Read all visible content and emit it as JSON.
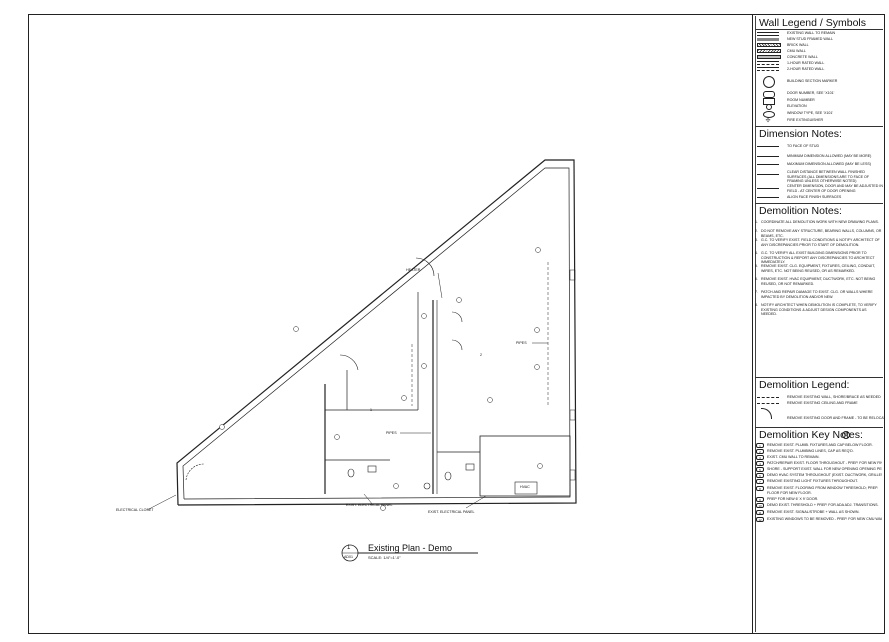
{
  "plan": {
    "title": "Existing Plan - Demo",
    "scale": "SCALE: 1/4\"=1'-0\"",
    "tag_number": "1",
    "tag_sheet": "AD01",
    "labels": {
      "heater": "HEATER",
      "pipes_left": "PIPES",
      "pipes_right": "PIPES",
      "electrical_closet": "ELECTRICAL CLOSET",
      "exist_panel_1": "EXIST. ELECTRICAL PANEL",
      "exist_panel_2": "EXIST. ELECTRICAL PANEL",
      "hvac": "HVAC",
      "room_tag_1": "1",
      "room_tag_2": "2"
    }
  },
  "wall_legend": {
    "title": "Wall Legend / Symbols",
    "items": [
      {
        "symbol": "existing",
        "label": "EXISTING WALL TO REMAIN"
      },
      {
        "symbol": "newstud",
        "label": "NEW STUD FRAMED WALL"
      },
      {
        "symbol": "brick",
        "label": "BRICK WALL"
      },
      {
        "symbol": "cmu",
        "label": "CMU WALL"
      },
      {
        "symbol": "concrete",
        "label": "CONCRETE WALL"
      },
      {
        "symbol": "onehour",
        "label": "1-HOUR RATED WALL"
      },
      {
        "symbol": "twohour",
        "label": "2-HOUR RATED WALL"
      },
      {
        "symbol": "section",
        "label": "BUILDING SECTION MARKER"
      },
      {
        "symbol": "door",
        "label": "DOOR NUMBER, SEE 'X101'"
      },
      {
        "symbol": "room",
        "label": "ROOM NUMBER"
      },
      {
        "symbol": "elev",
        "label": "ELEVATION"
      },
      {
        "symbol": "window",
        "label": "WINDOW TYPE, SEE 'X101'"
      },
      {
        "symbol": "fire",
        "label": "FIRE EXTINGUISHER"
      }
    ]
  },
  "dimension_notes": {
    "title": "Dimension Notes:",
    "items": [
      "TO FACE OF STUD",
      "MINIMUM DIMENSION ALLOWED (MAY BE MORE)",
      "MAXIMUM DIMENSION ALLOWED (MAY BE LESS)",
      "CLEAR DISTANCE BETWEEN WALL FINISHED SURFACES (ALL DIMENSIONS ARE TO FACE OF FRAMING UNLESS OTHERWISE NOTED)",
      "CENTER DIMENSION, DOOR AND MAY BE ADJUSTED IN FIELD - AT CENTER OF DOOR OPENING",
      "ALIGN FACE FINISH SURFACES"
    ]
  },
  "demolition_notes": {
    "title": "Demolition Notes:",
    "items": [
      "COORDINATE ALL DEMOLITION WORK WITH NEW DRAWING PLANS.",
      "DO NOT REMOVE ANY STRUCTURE, BEARING WALLS, COLUMNS, OR BEAMS, ETC.",
      "G.C. TO VERIFY EXIST. FIELD CONDITIONS & NOTIFY ARCHITECT OF ANY DISCREPANCIES PRIOR TO START OF DEMOLITION.",
      "G.C. TO VERIFY ALL EXIST BUILDING DIMENSIONS PRIOR TO CONSTRUCTION & REPORT ANY DISCREPANCIES TO ARCHITECT IMMEDIATELY.",
      "REMOVE EXIST. CLG. EQUIPMENT, FIXTURES, CEILING, CONDUIT, WIRES, ETC. NOT BEING REUSED, OR AS REMARKED.",
      "REMOVE EXIST. HVAC EQUIPMENT, DUCTWORK, ETC. NOT BEING REUSED, OR NOT REMARKED.",
      "PATCH AND REPAIR DAMAGE TO EXIST. CLG. OR WALLS WHERE IMPACTED BY DEMOLITION AND/OR NEW.",
      "NOTIFY ARCHITECT WHEN DEMOLITION IS COMPLETE, TO VERIFY EXISTING CONDITIONS & ADJUST DESIGN COMPONENTS AS NEEDED."
    ]
  },
  "demolition_legend": {
    "title": "Demolition Legend:",
    "items": [
      "REMOVE EXISTING WALL, SHORE/BRACE AS NEEDED",
      "REMOVE EXISTING CEILING AND FRAME",
      "REMOVE EXISTING DOOR AND FRAME - TO BE RELOCATED"
    ]
  },
  "demolition_key_notes": {
    "title": "Demolition Key Notes:",
    "items": [
      {
        "num": "1",
        "label": "REMOVE EXIST. PLUMB. FIXTURES AND CAP BELOW FLOOR."
      },
      {
        "num": "2",
        "label": "REMOVE EXIST. PLUMBING LINES, CAP AS REQ'D."
      },
      {
        "num": "3",
        "label": "EXIST. CMU WALL TO REMAIN."
      },
      {
        "num": "4",
        "label": "PATCH/REPAIR EXIST. FLOOR THROUGHOUT - PREP. FOR NEW FINISH."
      },
      {
        "num": "5",
        "label": "SHORE - SUPPORT EXIST. WALL FOR NEW OPENING OPENING PER STRUCT."
      },
      {
        "num": "6",
        "label": "DEMO HVAC SYSTEM THROUGHOUT (EXIST. DUCTWORK, GRILLES, ETC.)"
      },
      {
        "num": "7",
        "label": "REMOVE EXISTING LIGHT FIXTURES THROUGHOUT."
      },
      {
        "num": "8",
        "label": "REMOVE EXIST. FLOORING FROM WINDOW THRESHOLD; PREP. FLOOR FOR NEW FLOOR."
      },
      {
        "num": "9",
        "label": "PREP FOR NEW 6' X 9' DOOR."
      },
      {
        "num": "10",
        "label": "DEMO EXIST. THRESHOLD + PREP. FOR ADA ADJ. TRANSITIONS."
      },
      {
        "num": "11",
        "label": "REMOVE EXIST. SIGNAL/STROBE + WALL AS SHOWN."
      },
      {
        "num": "12",
        "label": "EXISTING WINDOWS TO BE REMOVED - PREP. FOR NEW CMU WALL."
      }
    ]
  }
}
